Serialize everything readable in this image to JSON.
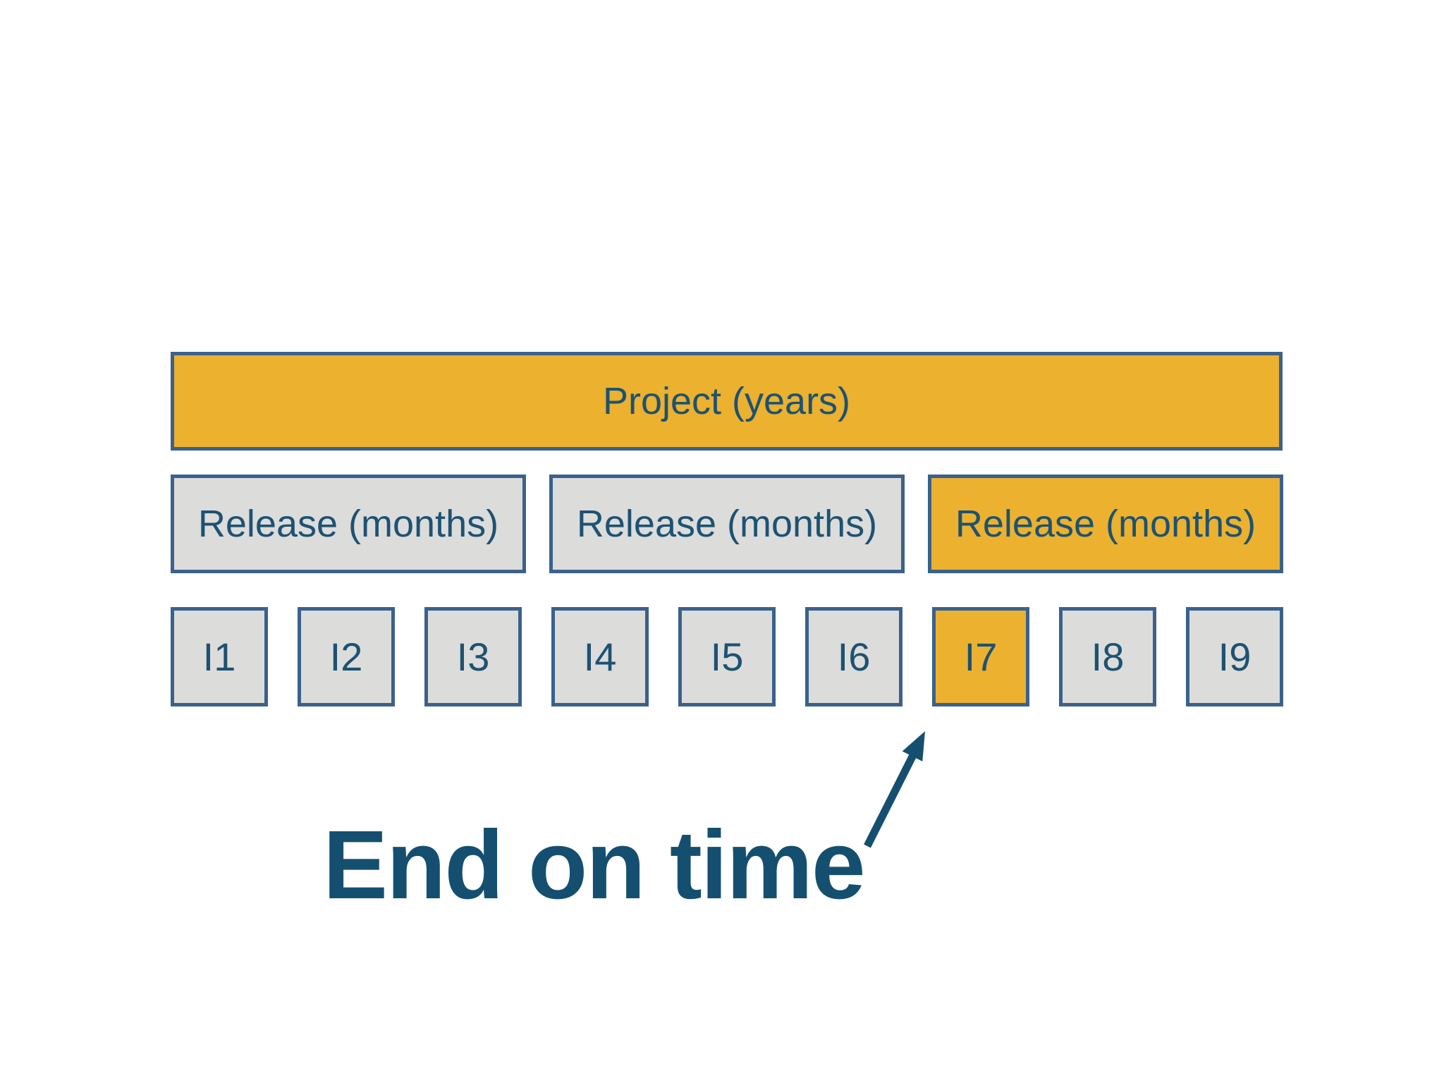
{
  "diagram": {
    "project": {
      "label": "Project (years)",
      "variant": "orange"
    },
    "releases": [
      {
        "label": "Release (months)",
        "variant": "gray"
      },
      {
        "label": "Release (months)",
        "variant": "gray"
      },
      {
        "label": "Release (months)",
        "variant": "orange"
      }
    ],
    "iterations": [
      {
        "label": "I1",
        "variant": "gray"
      },
      {
        "label": "I2",
        "variant": "gray"
      },
      {
        "label": "I3",
        "variant": "gray"
      },
      {
        "label": "I4",
        "variant": "gray"
      },
      {
        "label": "I5",
        "variant": "gray"
      },
      {
        "label": "I6",
        "variant": "gray"
      },
      {
        "label": "I7",
        "variant": "orange"
      },
      {
        "label": "I8",
        "variant": "gray"
      },
      {
        "label": "I9",
        "variant": "gray"
      }
    ],
    "annotation": {
      "text": "End on time"
    },
    "arrow": {
      "icon": "arrow-up-right"
    }
  },
  "colors": {
    "orange": "#EBB12F",
    "gray": "#DCDCDB",
    "border": "#3B618C",
    "box_text": "#1D5272",
    "annotation_text": "#154F70",
    "background": "#FFFFFF"
  }
}
